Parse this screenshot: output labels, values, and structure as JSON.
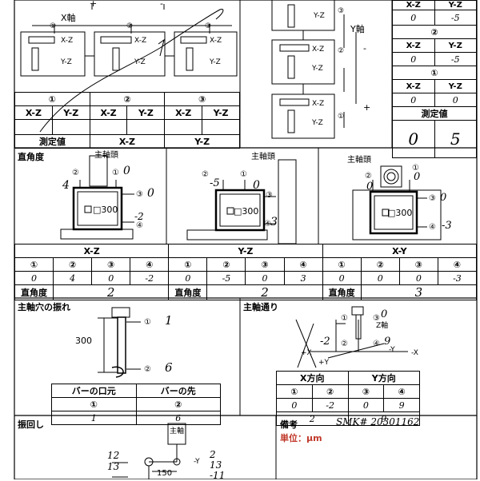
{
  "top": {
    "x_axis_label": "X軸",
    "plus": "+",
    "minus": "-",
    "y_axis_label": "Y軸",
    "circles": [
      "①",
      "②",
      "③"
    ],
    "box_labels": {
      "xz": "X-Z",
      "yz": "Y-Z"
    },
    "left_table": {
      "headers": [
        "①",
        "②",
        "③"
      ],
      "sub": [
        "X-Z",
        "Y-Z",
        "X-Z",
        "Y-Z",
        "X-Z",
        "Y-Z"
      ],
      "measured_label": "測定値",
      "bottom": [
        "X-Z",
        "Y-Z"
      ]
    },
    "right_table": {
      "head": [
        "X-Z",
        "Y-Z"
      ],
      "rows": [
        {
          "label": "②",
          "xz": "0",
          "yz": "-5"
        },
        {
          "label": "",
          "xz": "0",
          "yz": "-5"
        },
        {
          "label": "①",
          "xz": "0",
          "yz": "0"
        }
      ],
      "measured_label": "測定値",
      "measured": {
        "xz": "0",
        "yz": "5"
      },
      "header_labels": [
        "X-Z",
        "Y-Z",
        "②",
        "X-Z",
        "Y-Z",
        "①",
        "X-Z",
        "Y-Z"
      ],
      "values": [
        "0",
        "-5",
        "0",
        "-5",
        "0",
        "0"
      ]
    }
  },
  "squareness": {
    "title": "直角度",
    "spindle_head": "主軸頭",
    "square_label": "□300",
    "panels": [
      {
        "name": "X-Z",
        "readings": {
          "p1": "0",
          "p2": "4",
          "p3": "0",
          "p4": "-2"
        },
        "result": "2"
      },
      {
        "name": "Y-Z",
        "readings": {
          "p1": "0",
          "p2": "-5",
          "p3": "0",
          "p4": "3"
        },
        "result": "2"
      },
      {
        "name": "X-Y",
        "readings": {
          "p1": "0",
          "p2": "0",
          "p3": "0",
          "p4": "-3"
        },
        "result": "3"
      }
    ],
    "headers": [
      "①",
      "②",
      "③",
      "④"
    ],
    "result_label": "直角度"
  },
  "runout": {
    "title": "主軸穴の振れ",
    "dim": "300",
    "p1_value": "1",
    "p2_value": "6",
    "col1": "バーの口元",
    "col2": "バーの先",
    "num1": "①",
    "num2": "②",
    "v1": "1",
    "v2": "6"
  },
  "alignment": {
    "title": "主軸通り",
    "z_axis": "Z軸",
    "minus_y": "-Y",
    "minus_x": "-X",
    "plus_x": "+X",
    "plus_y": "+Y",
    "annot": {
      "p1": "0",
      "p2": "-2",
      "p3": "0",
      "p4": "9"
    },
    "x_dir": "X方向",
    "y_dir": "Y方向",
    "headers": [
      "①",
      "②",
      "③",
      "④"
    ],
    "values": [
      "0",
      "-2",
      "0",
      "9"
    ],
    "sum_x": "2",
    "sum_y": "9"
  },
  "swing": {
    "title": "振回し",
    "spindle": "主軸",
    "dim": "150",
    "left_vals": [
      "12",
      "13"
    ],
    "right_vals": [
      "2",
      "13",
      "-11"
    ],
    "neg_y": "-Y"
  },
  "notes": {
    "title": "備考",
    "handwriting": "SMK# 20301162",
    "unit": "単位：μm"
  }
}
